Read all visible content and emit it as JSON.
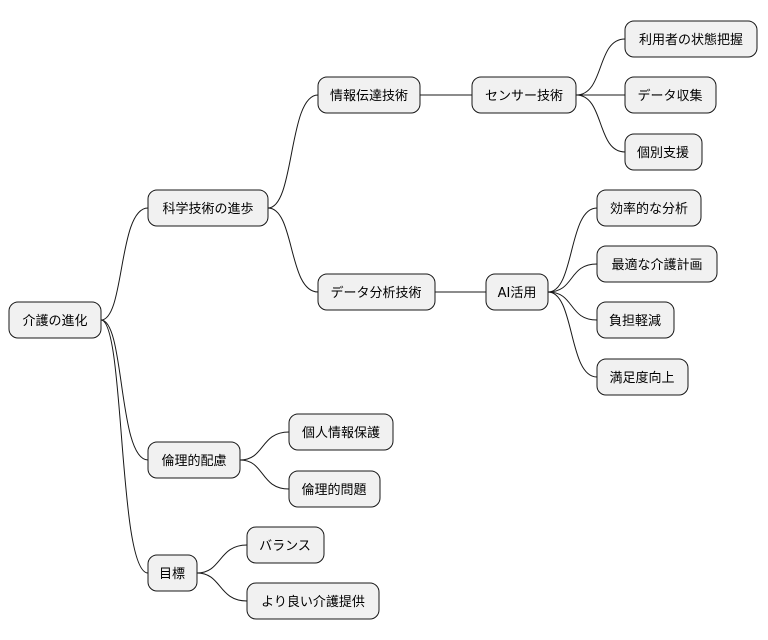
{
  "mindmap": {
    "root": {
      "label": "介護の進化"
    },
    "branches": {
      "science": {
        "label": "科学技術の進歩",
        "info_tech": {
          "label": "情報伝達技術",
          "sensor": {
            "label": "センサー技術",
            "items": [
              "利用者の状態把握",
              "データ収集",
              "個別支援"
            ]
          }
        },
        "data_analysis": {
          "label": "データ分析技術",
          "ai": {
            "label": "AI活用",
            "items": [
              "効率的な分析",
              "最適な介護計画",
              "負担軽減",
              "満足度向上"
            ]
          }
        }
      },
      "ethics": {
        "label": "倫理的配慮",
        "items": [
          "個人情報保護",
          "倫理的問題"
        ]
      },
      "goal": {
        "label": "目標",
        "items": [
          "バランス",
          "より良い介護提供"
        ]
      }
    }
  }
}
